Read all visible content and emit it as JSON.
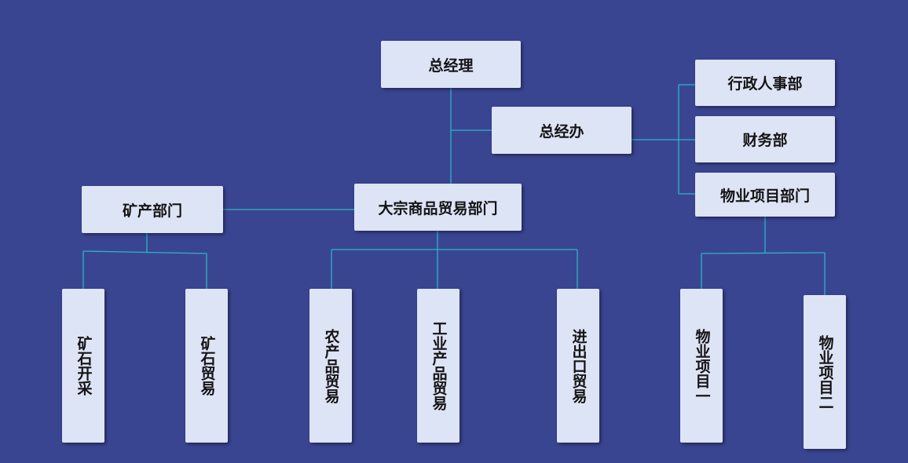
{
  "org_chart": {
    "general_manager": "总经理",
    "gm_office": "总经办",
    "admin_hr": "行政人事部",
    "finance": "财务部",
    "property_dept": "物业项目部门",
    "mining_dept": "矿产部门",
    "commodity_trade_dept": "大宗商品贸易部门",
    "mining_sub": [
      "矿石开采",
      "矿石贸易"
    ],
    "trade_sub": [
      "农产品贸易",
      "工业产品贸易",
      "进出口贸易"
    ],
    "property_sub": [
      "物业项目一",
      "物业项目二"
    ]
  },
  "colors": {
    "background": "#3a4592",
    "box": "#dde4f5",
    "connector": "#29b6c6",
    "text": "#141414"
  }
}
